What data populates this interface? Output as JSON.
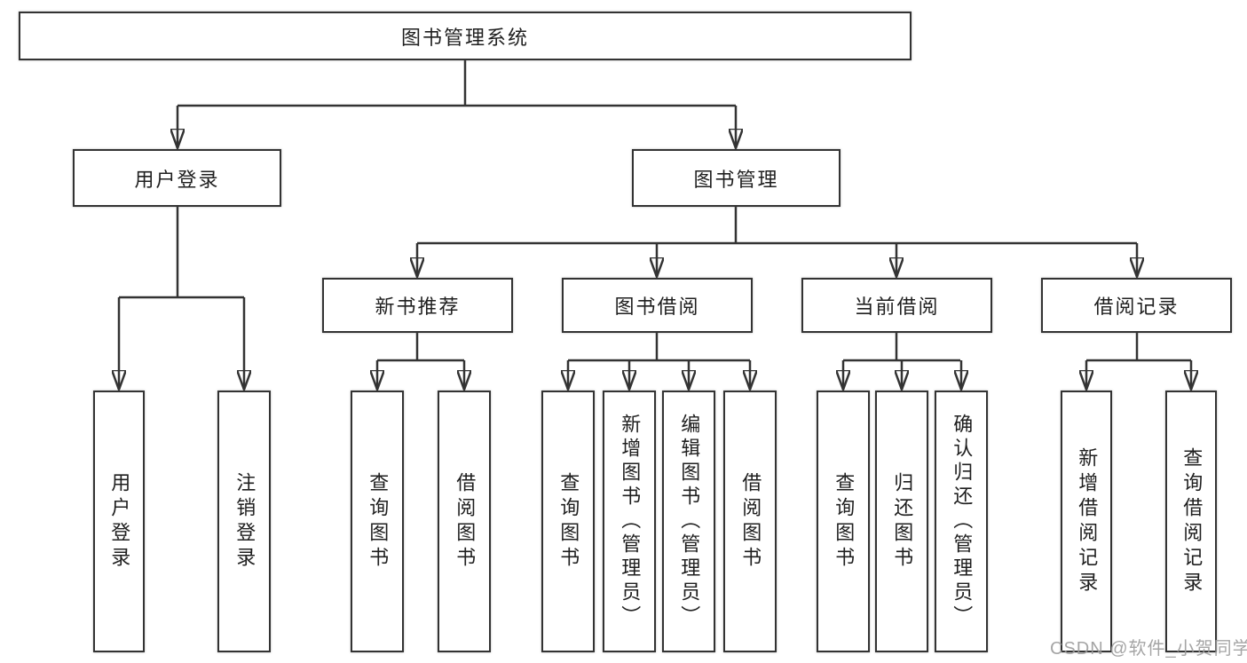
{
  "colors": {
    "line": "#333333",
    "box-border": "#333333",
    "text": "#1f1f1f",
    "watermark": "#9c9c9c",
    "background": "#ffffff"
  },
  "watermark": {
    "text": "CSDN @软件_小贺同学"
  },
  "tree": {
    "root": {
      "label": "图书管理系统",
      "children": [
        {
          "label": "用户登录",
          "children": [
            {
              "label": "用户登录"
            },
            {
              "label": "注销登录"
            }
          ]
        },
        {
          "label": "图书管理",
          "children": [
            {
              "label": "新书推荐",
              "children": [
                {
                  "label": "查询图书"
                },
                {
                  "label": "借阅图书"
                }
              ]
            },
            {
              "label": "图书借阅",
              "children": [
                {
                  "label": "查询图书"
                },
                {
                  "label": "新增图书（管理员）"
                },
                {
                  "label": "编辑图书（管理员）"
                },
                {
                  "label": "借阅图书"
                }
              ]
            },
            {
              "label": "当前借阅",
              "children": [
                {
                  "label": "查询图书"
                },
                {
                  "label": "归还图书"
                },
                {
                  "label": "确认归还（管理员）"
                }
              ]
            },
            {
              "label": "借阅记录",
              "children": [
                {
                  "label": "新增借阅记录"
                },
                {
                  "label": "查询借阅记录"
                }
              ]
            }
          ]
        }
      ]
    }
  }
}
